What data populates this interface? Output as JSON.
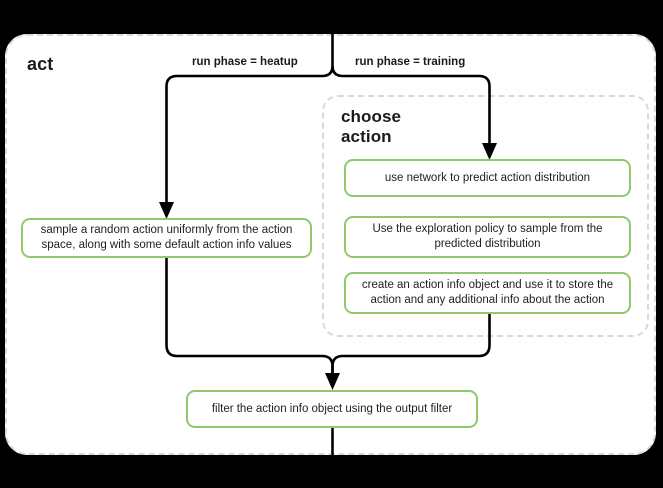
{
  "diagram": {
    "type": "flowchart",
    "title": "act",
    "groups": [
      {
        "id": "act",
        "label": "act",
        "style": "dashed-rounded-container"
      },
      {
        "id": "choose-action",
        "label": "choose action",
        "style": "dashed-rounded-container"
      }
    ],
    "edge_labels": {
      "heatup": "run phase = heatup",
      "training": "run phase = training"
    },
    "nodes": {
      "sample_random": "sample a random action uniformly from the action space, along with some default action info values",
      "use_network": "use network to predict action distribution",
      "exploration_policy": "Use the exploration policy to sample from the predicted distribution",
      "create_action_info": "create an action info object and use it to store the action and any additional info about the action",
      "filter_output": "filter the action info object using the output filter"
    },
    "colors": {
      "node_border": "#8fc96b",
      "node_fill": "#ffffff",
      "container_border": "#d9d9d9",
      "connector": "#000000",
      "text": "#1f1f1f",
      "backdrop": "#000000"
    }
  }
}
